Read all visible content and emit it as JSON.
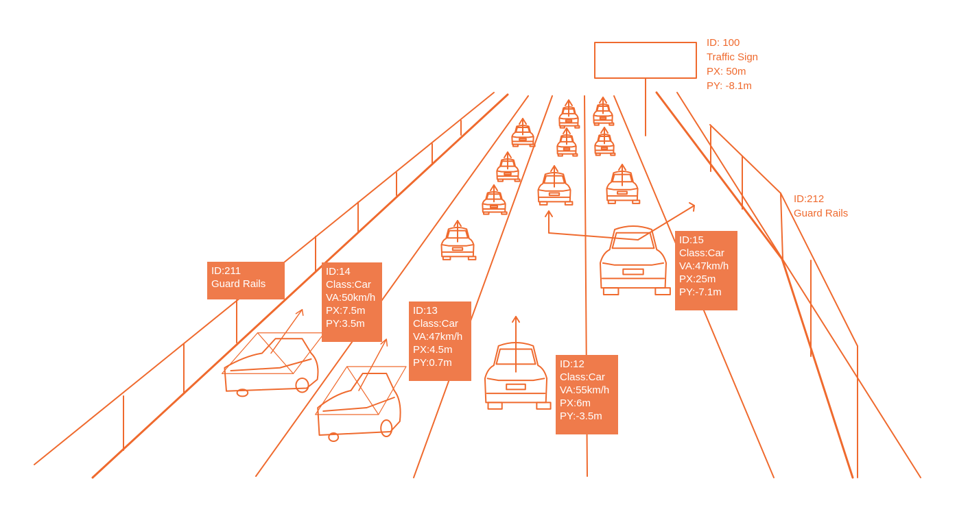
{
  "colors": {
    "line": "#ef6a2e",
    "label_fill": "#ef7b4b",
    "label_text": "#ffffff",
    "background": "#ffffff"
  },
  "labels": {
    "traffic_sign": {
      "id": "ID: 100",
      "class": "Traffic Sign",
      "px": "PX: 50m",
      "py": "PY: -8.1m"
    },
    "guard_rail_right": {
      "id": "ID:212",
      "class": "Guard Rails"
    },
    "guard_rail_left": {
      "id": "ID:211",
      "class": "Guard Rails"
    },
    "car_14": {
      "id": "ID:14",
      "class": "Class:Car",
      "va": "VA:50km/h",
      "px": "PX:7.5m",
      "py": "PY:3.5m"
    },
    "car_13": {
      "id": "ID:13",
      "class": "Class:Car",
      "va": "VA:47km/h",
      "px": "PX:4.5m",
      "py": "PY:0.7m"
    },
    "car_12": {
      "id": "ID:12",
      "class": "Class:Car",
      "va": "VA:55km/h",
      "px": "PX:6m",
      "py": "PY:-3.5m"
    },
    "car_15": {
      "id": "ID:15",
      "class": "Class:Car",
      "va": "VA:47km/h",
      "px": "PX:25m",
      "py": "PY:-7.1m"
    }
  }
}
